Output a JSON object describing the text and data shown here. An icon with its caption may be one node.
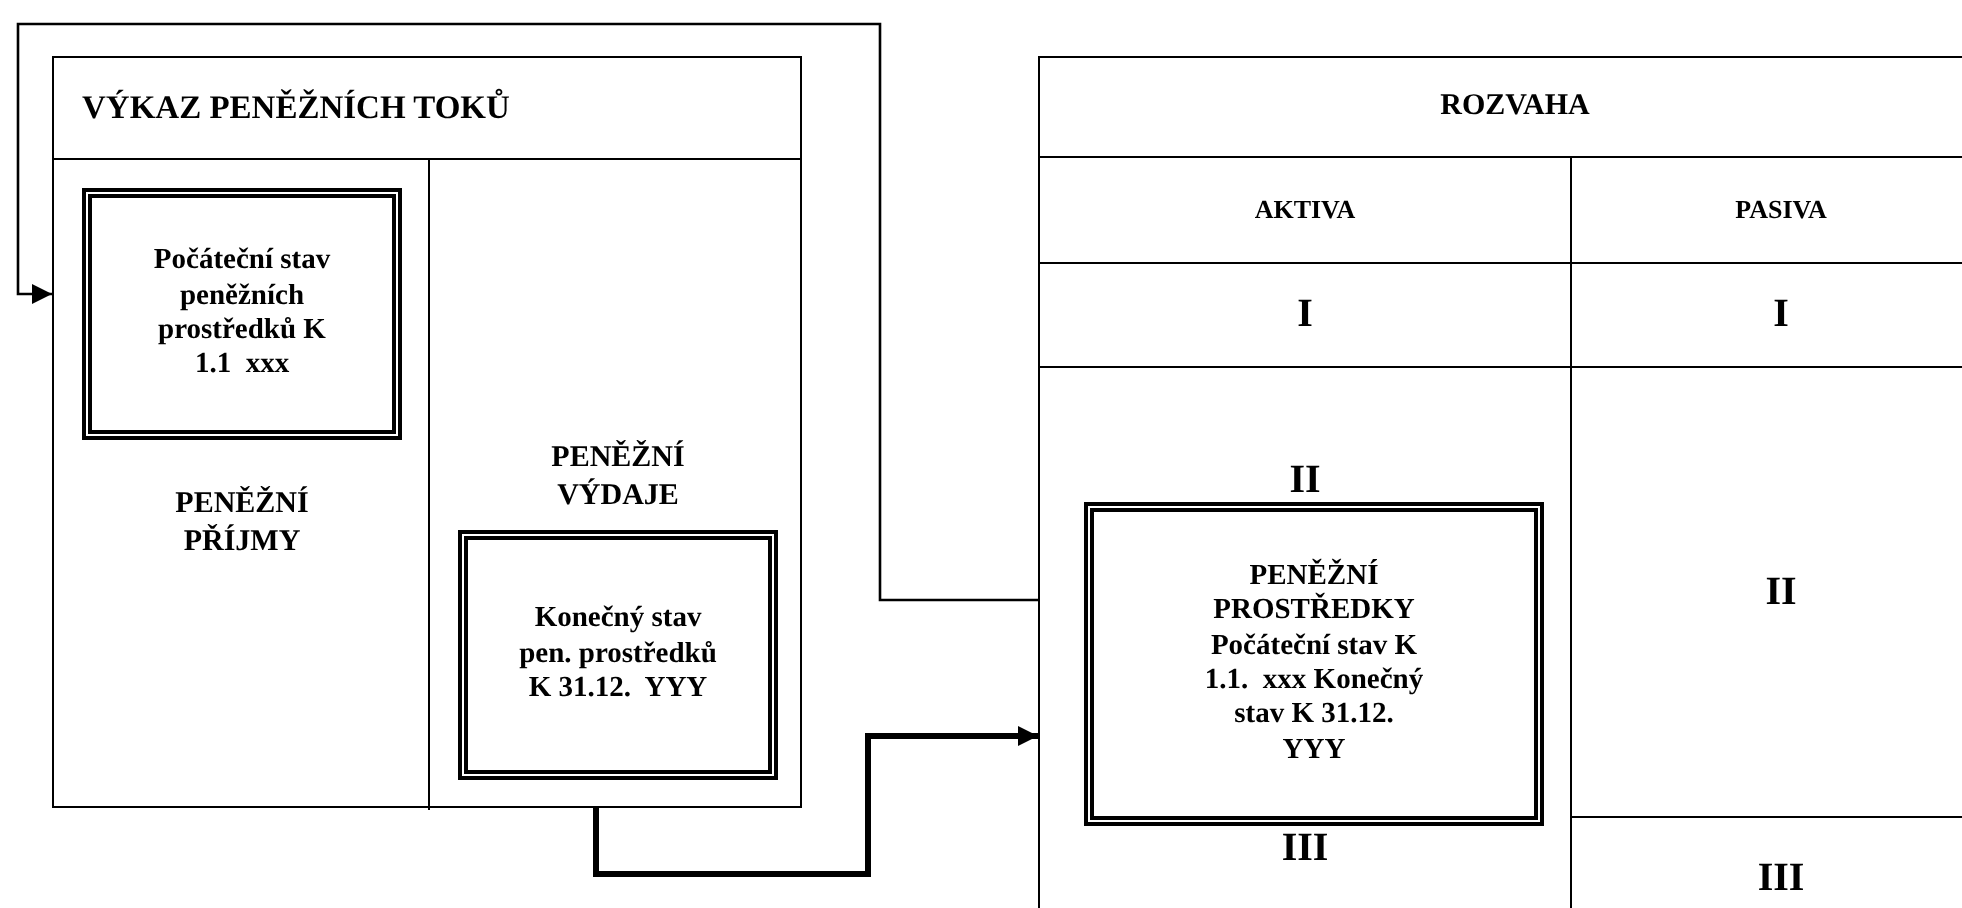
{
  "diagram": {
    "nodes": [
      {
        "text": [
          "VÝKAZ PENĚŽNÍCH TOKŮ"
        ]
      },
      {
        "text": [
          "PENĚŽNÍ PŘÍJMY"
        ],
        "in": 0
      },
      {
        "text": [
          "Počáteční stav peněžních prostředků K 1.1  xxx"
        ],
        "in": 1
      },
      {
        "text": [
          "PENĚŽNÍ VÝDAJE"
        ],
        "in": 0
      },
      {
        "text": [
          "Konečný stav pen. prostředků K 31.12.  YYY"
        ],
        "in": 3
      },
      {
        "text": [
          "ROZVAHA"
        ]
      },
      {
        "text": [
          "PENĚŽNÍ PROSTŘEDKY Počáteční stav K 1.1.  xxx Konečný stav K 31.12.  YYY"
        ],
        "in": 5
      }
    ],
    "edges": [
      {
        "from": 5,
        "to": 0,
        "arrow": "to"
      },
      {
        "from": 0,
        "to": 5,
        "arrow": "to",
        "style": "thick"
      }
    ],
    "labels": [
      "AKTIVA",
      "PASIVA",
      "I",
      "I",
      "II",
      "II",
      "III",
      "III"
    ]
  }
}
